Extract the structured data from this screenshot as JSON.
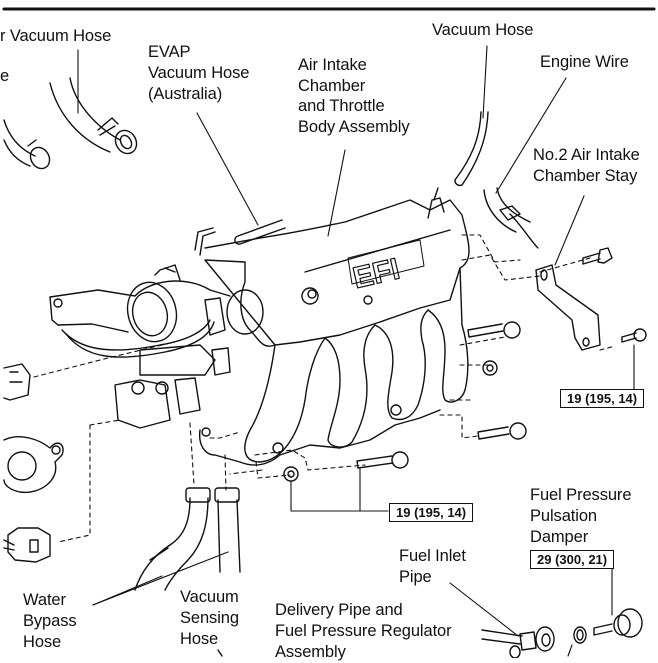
{
  "diagram": {
    "title": "Air Intake Chamber and Throttle Body Assembly - Exploded View",
    "emblem_text": "EFI",
    "labels": {
      "vacuum_hose_left_truncated": "r Vacuum Hose",
      "hose_truncated_left": "e",
      "evap_vacuum_hose": "EVAP\nVacuum Hose\n(Australia)",
      "air_intake_chamber": "Air Intake\nChamber\nand Throttle\nBody Assembly",
      "vacuum_hose": "Vacuum Hose",
      "engine_wire": "Engine Wire",
      "no2_air_intake_chamber_stay": "No.2 Air Intake\nChamber Stay",
      "water_bypass_hose": "Water\nBypass\nHose",
      "vacuum_sensing_hose": "Vacuum\nSensing\nHose",
      "delivery_pipe": "Delivery Pipe and\nFuel Pressure Regulator\nAssembly",
      "fuel_inlet_pipe": "Fuel Inlet\nPipe",
      "fuel_pressure_pulsation_damper": "Fuel Pressure\nPulsation\nDamper"
    },
    "torque_specs": {
      "stay_bolt": "19 (195, 14)",
      "manifold_bolts": "19 (195, 14)",
      "pulsation_damper": "29 (300, 21)"
    }
  }
}
